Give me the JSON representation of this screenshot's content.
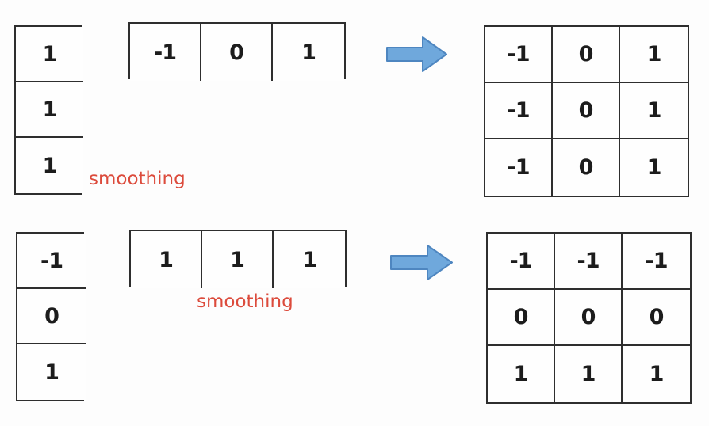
{
  "colors": {
    "arrow_fill": "#6FA8DC",
    "arrow_border": "#4E86C0",
    "label_red": "#DC4B3C",
    "cell_border": "#2E2E2E"
  },
  "decompositions": [
    {
      "column_vector": [
        "1",
        "1",
        "1"
      ],
      "row_vector": [
        "-1",
        "0",
        "1"
      ],
      "smoothing_label": "smoothing",
      "matrix": [
        [
          "-1",
          "0",
          "1"
        ],
        [
          "-1",
          "0",
          "1"
        ],
        [
          "-1",
          "0",
          "1"
        ]
      ]
    },
    {
      "column_vector": [
        "-1",
        "0",
        "1"
      ],
      "row_vector": [
        "1",
        "1",
        "1"
      ],
      "smoothing_label": "smoothing",
      "matrix": [
        [
          "-1",
          "-1",
          "-1"
        ],
        [
          "0",
          "0",
          "0"
        ],
        [
          "1",
          "1",
          "1"
        ]
      ]
    }
  ]
}
